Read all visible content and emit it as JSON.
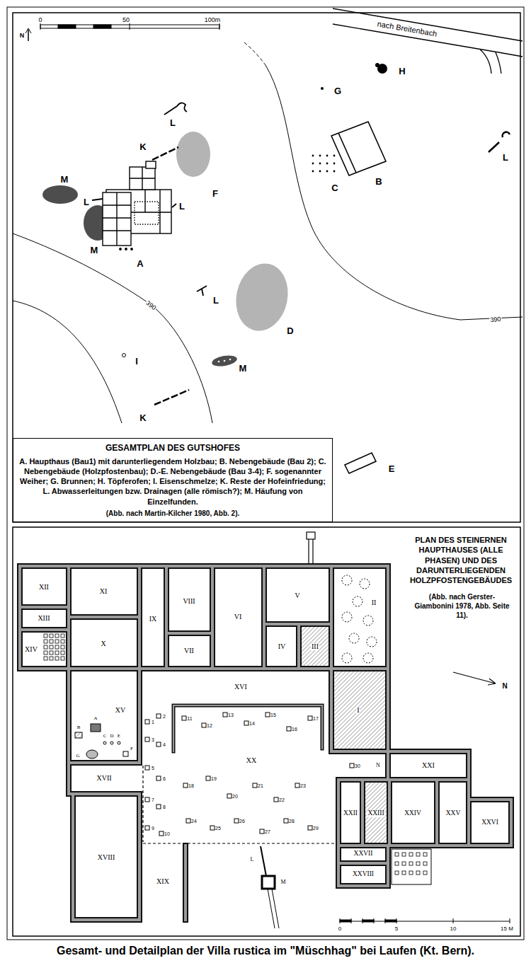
{
  "diagram": {
    "caption": "Gesamt- und Detailplan der Villa rustica im \"Müschhag\" bei Laufen (Kt. Bern).",
    "nodes": [
      {
        "text": [
          "GESAMTPLAN DES GUTSHOFES",
          "A. Haupthaus (Bau1) mit darunterliegendem Holzbau; B. Nebengebäude (Bau 2); C. Nebengebäude (Holzpfostenbau); D.-E. Nebengebäude (Bau 3-4); F. sogenannter Weiher; G. Brunnen; H. Töpferofen; I. Eisenschmelze; K. Reste der Hofeinfriedung; L. Abwasserleitungen bzw. Drainagen (alle römisch?); M. Häufung von Einzelfunden.",
          "(Abb. nach Martin-Kilcher 1980, Abb. 2)."
        ]
      }
    ],
    "labels": [
      "0",
      "50",
      "100m",
      "N",
      "nach Breitenbach",
      "H",
      "G",
      "L",
      "K",
      "F",
      "L",
      "C",
      "B",
      "M",
      "L",
      "L",
      "M",
      "A",
      "L",
      "390",
      "390",
      "D",
      "I",
      "M",
      "K",
      "E",
      "PLAN DES STEINERNEN HAUPTHAUSES (ALLE PHASEN) UND DES DARUNTERLIEGENDEN HOLZPFOSTENGEBÄUDES",
      "(Abb. nach Gerster-Giambonini 1978, Abb. Seite 11).",
      "N",
      "XII",
      "XI",
      "IX",
      "VIII",
      "VI",
      "V",
      "II",
      "XIII",
      "X",
      "VII",
      "IV",
      "III",
      "XIV",
      "XV",
      "XVI",
      "I",
      "XX",
      "XVII",
      "XVIII",
      "XIX",
      "XXI",
      "XXII",
      "XXIII",
      "XXIV",
      "XXV",
      "XXVI",
      "XXVII",
      "XXVIII",
      "A",
      "B",
      "C",
      "D",
      "E",
      "F",
      "G",
      "L",
      "M",
      "N",
      "0",
      "5",
      "10",
      "15 M",
      "1",
      "2",
      "3",
      "4",
      "5",
      "6",
      "7",
      "8",
      "9",
      "10",
      "11",
      "12",
      "13",
      "14",
      "15",
      "16",
      "17",
      "18",
      "19",
      "20",
      "21",
      "22",
      "23",
      "24",
      "25",
      "26",
      "27",
      "28",
      "29",
      "30"
    ]
  }
}
